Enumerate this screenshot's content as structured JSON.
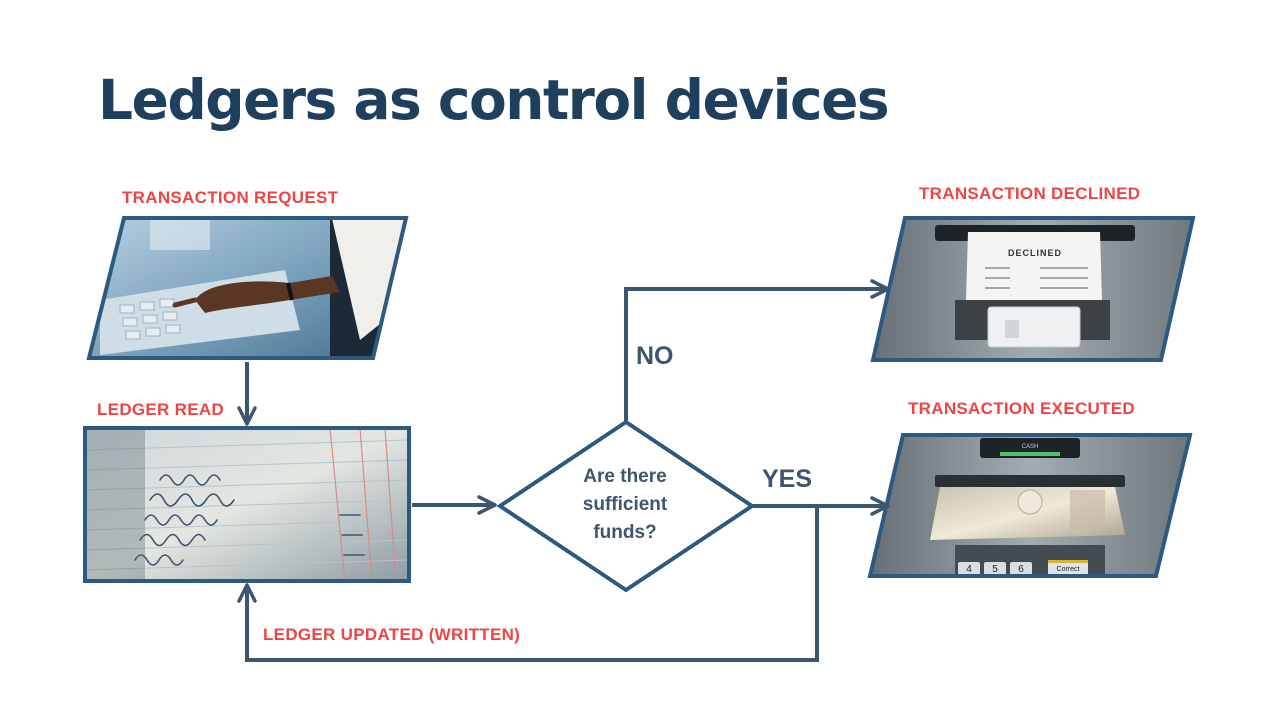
{
  "title": "Ledgers as control devices",
  "labels": {
    "request": "TRANSACTION REQUEST",
    "ledger_read": "LEDGER READ",
    "declined": "TRANSACTION DECLINED",
    "executed": "TRANSACTION EXECUTED",
    "updated": "LEDGER UPDATED (WRITTEN)"
  },
  "decision": {
    "line1": "Are there",
    "line2": "sufficient",
    "line3": "funds?"
  },
  "branches": {
    "no": "NO",
    "yes": "YES"
  },
  "screens": {
    "declined_heading": "DECLINED",
    "executed_heading": "CASH",
    "keypad_keys": [
      "4",
      "5",
      "6"
    ],
    "correct_key": "Correct"
  },
  "colors": {
    "title": "#1f3f5e",
    "label": "#ee4444",
    "connector": "#3d5670",
    "image_border": "#2d5a80"
  }
}
